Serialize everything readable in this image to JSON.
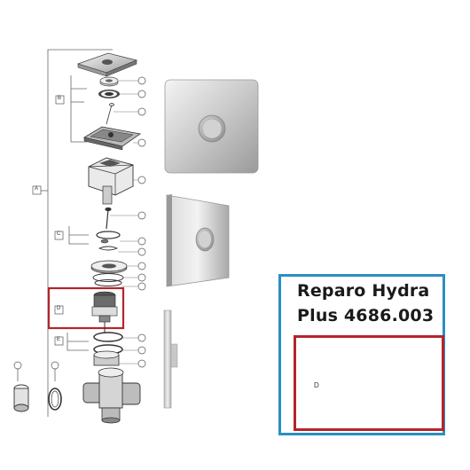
{
  "product_card": {
    "title_line1": "Reparo Hydra",
    "title_line2": "Plus 4686.003",
    "border_color": "#2a8fc4",
    "highlight_color": "#b5242c"
  },
  "exploded_view": {
    "group_labels": [
      "A",
      "B",
      "C",
      "D",
      "E"
    ],
    "detail_label": "D"
  },
  "cover_plates": [
    "square-plate-front",
    "square-plate-angled",
    "plate-side-profile"
  ]
}
